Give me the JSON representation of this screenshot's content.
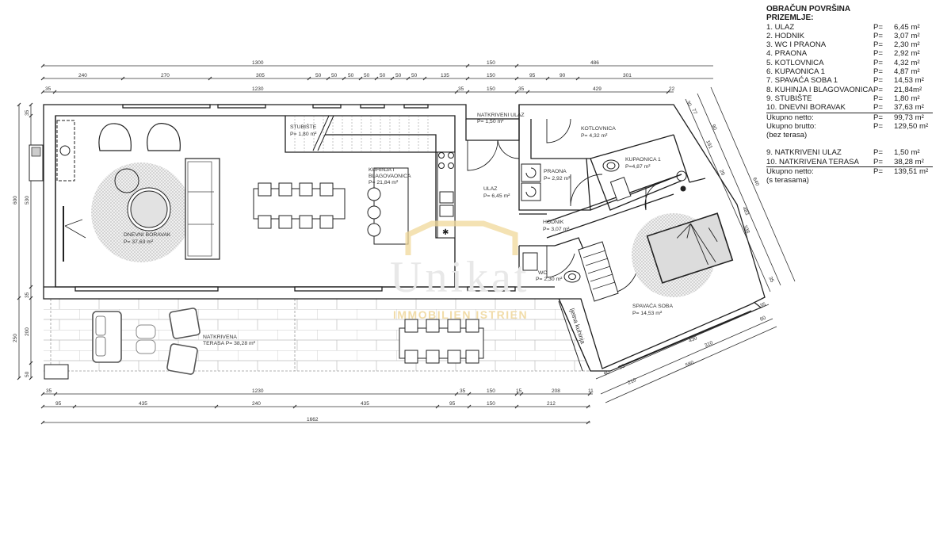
{
  "legend": {
    "title": "OBRAČUN POVRŠINA",
    "subtitle": "PRIZEMLJE:",
    "p_label": "P=",
    "rooms": [
      {
        "name": "1. ULAZ",
        "value": "6,45 m²"
      },
      {
        "name": "2. HODNIK",
        "value": "3,07 m²"
      },
      {
        "name": "3. WC I PRAONA",
        "value": "2,30 m²"
      },
      {
        "name": "4. PRAONA",
        "value": "2,92 m²"
      },
      {
        "name": "5. KOTLOVNICA",
        "value": "4,32 m²"
      },
      {
        "name": "6. KUPAONICA 1",
        "value": "4,87 m²"
      },
      {
        "name": "7. SPAVAĆA SOBA 1",
        "value": "14,53 m²"
      },
      {
        "name": "8. KUHINJA I BLAGOVAONICA",
        "value": "21,84m²"
      },
      {
        "name": "9. STUBIŠTE",
        "value": "1,80 m²"
      },
      {
        "name": "10. DNEVNI BORAVAK",
        "value": "37,63 m²"
      }
    ],
    "total_net": {
      "name": "Ukupno netto:",
      "value": "99,73 m²"
    },
    "total_gross": {
      "name": "Ukupno brutto:",
      "value": "129,50 m²"
    },
    "note1": "(bez terasa)",
    "terraces": [
      {
        "name": "9. NATKRIVENI ULAZ",
        "value": "1,50 m²"
      },
      {
        "name": "10. NATKRIVENA TERASA",
        "value": "38,28 m²"
      }
    ],
    "total_net_terraces": {
      "name": "Ukupno netto:",
      "value": "139,51 m²"
    },
    "note2": "(s terasama)"
  },
  "rooms": {
    "stubiste": {
      "name": "STUBIŠTE",
      "area": "P= 1,80 m²"
    },
    "natkriveni_ulaz": {
      "name": "NATKRIVENI ULAZ",
      "area": "P= 1,50 m²"
    },
    "kotlovnica": {
      "name": "KOTLOVNICA",
      "area": "P= 4,32 m²"
    },
    "kupaonica": {
      "name": "KUPAONICA 1",
      "area": "P=4,87 m²"
    },
    "kuhinja_l1": "KUHINJA I",
    "kuhinja_l2": "BLAGOVAONICA",
    "kuhinja_area": "P= 21,84 m²",
    "praona": {
      "name": "PRAONA",
      "area": "P= 2,92 m²"
    },
    "ulaz": {
      "name": "ULAZ",
      "area": "P= 6,45 m²"
    },
    "hodnik": {
      "name": "HODNIK",
      "area": "P= 3,07 m²"
    },
    "wc": {
      "name": "WC",
      "area": "P= 2,30 m²"
    },
    "dnevni": {
      "name": "DNEVNI BORAVAK",
      "area": "P= 37,63 m²"
    },
    "spavaca": {
      "name": "SPAVAĆA SOBA",
      "area": "P= 14,53 m²"
    },
    "terasa_l1": "NATKRIVENA",
    "terasa_l2": "TERASA P= 38,28 m²",
    "ljetna": "ljetna kuhinja"
  },
  "dimensions": {
    "top_row1": [
      "1300",
      "150",
      "486"
    ],
    "top_row2": [
      "240",
      "270",
      "305",
      "50",
      "50",
      "50",
      "50",
      "50",
      "50",
      "50",
      "135",
      "150",
      "95",
      "90",
      "301"
    ],
    "top_row3": [
      "35",
      "1230",
      "35",
      "150",
      "35",
      "429",
      "22"
    ],
    "left_outer": [
      "600",
      "250"
    ],
    "left_inner": [
      "35",
      "530",
      "35",
      "200",
      "50"
    ],
    "bottom_row1": [
      "35",
      "1230",
      "35",
      "150",
      "15",
      "208",
      "11"
    ],
    "bottom_row2": [
      "95",
      "435",
      "240",
      "435",
      "95",
      "150",
      "212"
    ],
    "bottom_total": "1662",
    "right_diag": [
      "77",
      "90",
      "640",
      "483",
      "338",
      "191",
      "29",
      "35",
      "30",
      "35"
    ],
    "bottom_diag": [
      "430",
      "310",
      "60",
      "35",
      "90",
      "35",
      "210",
      "580"
    ]
  },
  "watermark": {
    "brand": "Unikat",
    "tagline": "IMMOBILIEN ISTRIEN"
  },
  "colors": {
    "line": "#1e1e1e",
    "rug": "#d9d9d9",
    "watermark_gold": "#e9c878"
  }
}
